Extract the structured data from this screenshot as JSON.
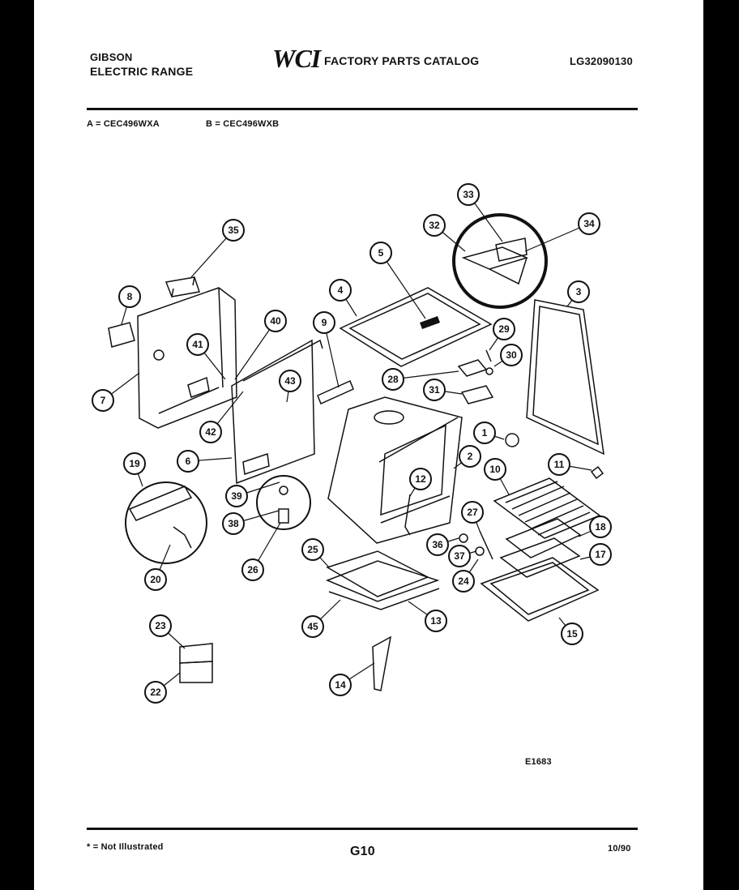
{
  "header": {
    "brand": "GIBSON",
    "product": "ELECTRIC RANGE",
    "logo_text": "WCI",
    "catalog_title": "FACTORY PARTS CATALOG",
    "catalog_number": "LG32090130"
  },
  "models": {
    "a": "A = CEC496WXA",
    "b": "B = CEC496WXB"
  },
  "diagram": {
    "drawing_code": "E1683",
    "callouts": [
      "1",
      "2",
      "3",
      "4",
      "5",
      "6",
      "7",
      "8",
      "9",
      "10",
      "11",
      "12",
      "13",
      "14",
      "15",
      "17",
      "18",
      "19",
      "20",
      "22",
      "23",
      "24",
      "25",
      "26",
      "27",
      "28",
      "29",
      "30",
      "31",
      "32",
      "33",
      "34",
      "35",
      "36",
      "37",
      "38",
      "39",
      "40",
      "41",
      "42",
      "43",
      "45"
    ]
  },
  "footer": {
    "note": "* = Not Illustrated",
    "page": "G10",
    "date": "10/90"
  }
}
